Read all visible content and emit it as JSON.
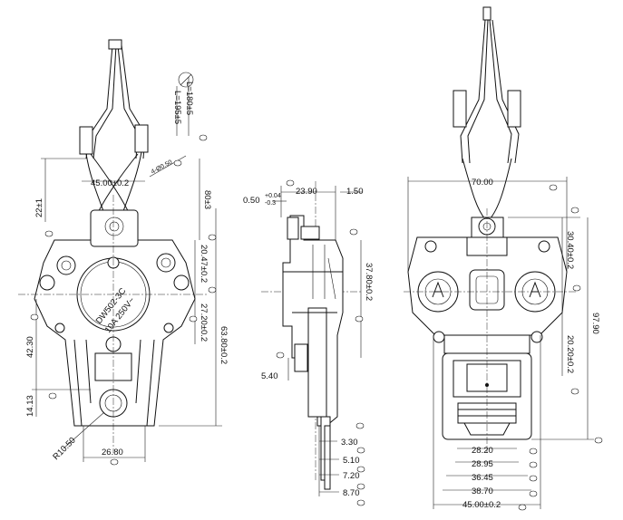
{
  "front_view": {
    "dims": {
      "top_width": "45.00±0.2",
      "left_upper": "22±1",
      "left_height": "42.30",
      "left_lower": "14.13",
      "right_a": "80±3",
      "right_b": "20.47±0.2",
      "right_c": "27.20±0.2",
      "right_d": "63.80±0.2",
      "bottom_width": "26.80",
      "radius": "R10.50",
      "wire_a": "L=195±5",
      "wire_b": "L=180±5",
      "angle": "4-Ø0.50"
    },
    "label_lines": [
      "DW502-3C",
      "10A 250V~"
    ]
  },
  "side_view": {
    "dims": {
      "top_left": "23.90",
      "top_right": "1.50",
      "tol": "0.50",
      "tol_up": "+0.04",
      "tol_dn": "-0.3",
      "height": "37.80±0.2",
      "left_low": "5.40",
      "b1": "3.30",
      "b2": "5.10",
      "b3": "7.20",
      "b4": "8.70"
    }
  },
  "right_view": {
    "dims": {
      "top_width": "70.00",
      "r1": "30.40±0.2",
      "r2": "97.90",
      "r3": "20.20±0.2",
      "b1": "28.20",
      "b2": "28.95",
      "b3": "36.45",
      "b4": "38.70",
      "b5": "45.00±0.2"
    }
  }
}
